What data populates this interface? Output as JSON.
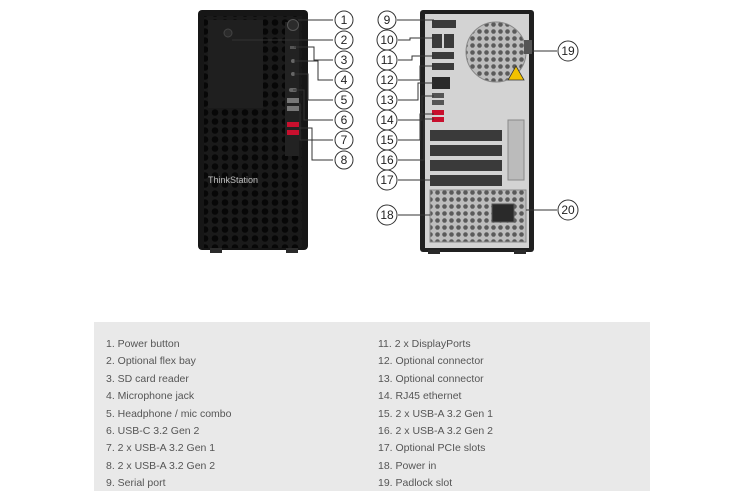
{
  "front": {
    "brand_label": "ThinkStation"
  },
  "callouts": [
    "1",
    "2",
    "3",
    "4",
    "5",
    "6",
    "7",
    "8",
    "9",
    "10",
    "11",
    "12",
    "13",
    "14",
    "15",
    "16",
    "17",
    "18",
    "19",
    "20"
  ],
  "legend": {
    "left": [
      "1. Power button",
      "2. Optional flex bay",
      "3. SD card reader",
      "4. Microphone jack",
      "5. Headphone / mic combo",
      "6. USB-C 3.2 Gen 2",
      "7. 2 x USB-A 3.2 Gen 1",
      "8. 2 x USB-A 3.2 Gen 2",
      "9. Serial port"
    ],
    "right": [
      "11. 2 x DisplayPorts",
      "12. Optional connector",
      "13. Optional connector",
      "14. RJ45 ethernet",
      "15. 2 x USB-A 3.2 Gen 1",
      "16. 2 x USB-A 3.2 Gen 2",
      "17. Optional PCIe slots",
      "18. Power in",
      "19. Padlock slot"
    ]
  },
  "colors": {
    "chassis": "#1c1c1c",
    "accent_red": "#c8102e",
    "panel": "#e9e9e9",
    "line": "#333333"
  }
}
